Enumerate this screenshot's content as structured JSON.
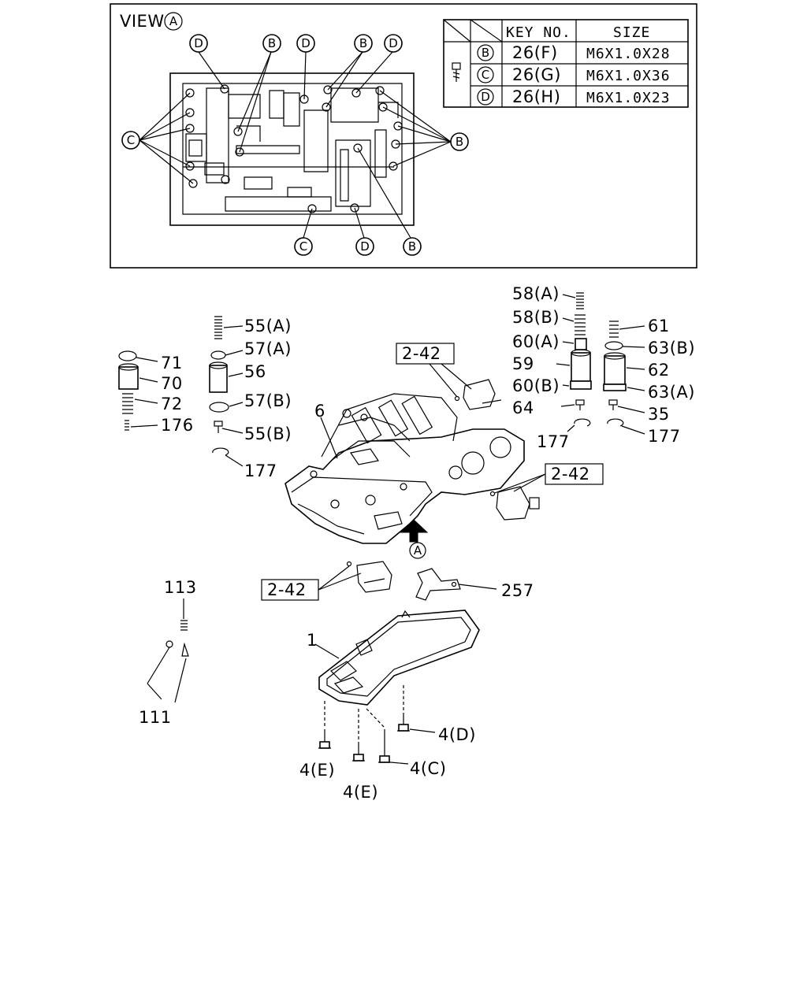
{
  "view_title": "VIEW",
  "view_marker": "A",
  "view_callouts": {
    "top": [
      "D",
      "B",
      "D",
      "B",
      "D"
    ],
    "left": "C",
    "right": "B",
    "bottom": [
      "C",
      "D",
      "B"
    ]
  },
  "bolt_table": {
    "headers": [
      "KEY NO.",
      "SIZE"
    ],
    "rows": [
      {
        "mark": "B",
        "key": "26(F)",
        "size": "M6X1.0X28"
      },
      {
        "mark": "C",
        "key": "26(G)",
        "size": "M6X1.0X36"
      },
      {
        "mark": "D",
        "key": "26(H)",
        "size": "M6X1.0X23"
      }
    ]
  },
  "parts": {
    "p55a": "55(A)",
    "p57a": "57(A)",
    "p56": "56",
    "p57b": "57(B)",
    "p55b": "55(B)",
    "p177a": "177",
    "p71": "71",
    "p70": "70",
    "p72": "72",
    "p176": "176",
    "p6": "6",
    "ref1": "2-42",
    "ref2": "2-42",
    "ref3": "2-42",
    "p58a": "58(A)",
    "p58b": "58(B)",
    "p60a": "60(A)",
    "p59": "59",
    "p60b": "60(B)",
    "p64": "64",
    "p177b": "177",
    "p61": "61",
    "p63b": "63(B)",
    "p62": "62",
    "p63a": "63(A)",
    "p35": "35",
    "p177c": "177",
    "arrow_marker": "A",
    "p257": "257",
    "p113": "113",
    "p111": "111",
    "p1": "1",
    "p4d": "4(D)",
    "p4c": "4(C)",
    "p4e1": "4(E)",
    "p4e2": "4(E)"
  }
}
